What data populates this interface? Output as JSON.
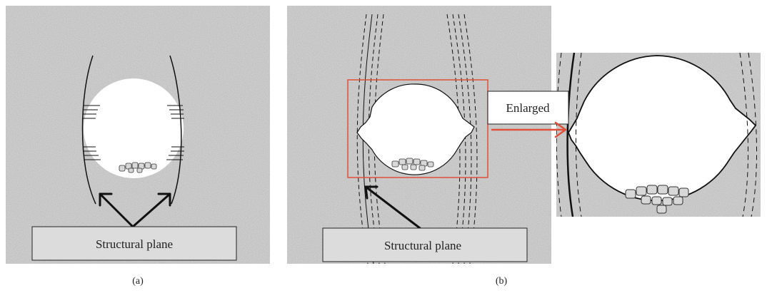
{
  "panel_a": {
    "callout": "Structural plane",
    "caption": "(a)"
  },
  "panel_b": {
    "callout": "Structural plane",
    "caption": "(b)",
    "enlarged_label": "Enlarged"
  },
  "colors": {
    "rock_base": "#c9c9c9",
    "line": "#111111",
    "highlight_box": "#e0503a",
    "zoom_arrow": "#e0503a"
  }
}
